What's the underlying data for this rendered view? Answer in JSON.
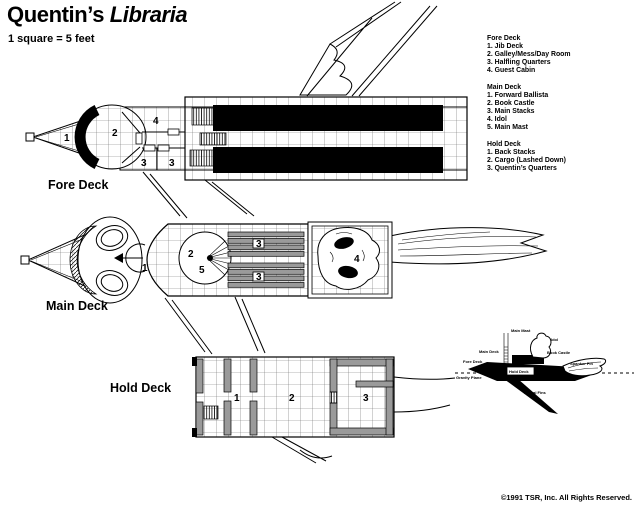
{
  "title": {
    "prefix": "Quentin’s ",
    "emph": "Libraria"
  },
  "scale_note": "1 square = 5 feet",
  "copyright": "©1991 TSR, Inc. All Rights Reserved.",
  "colors": {
    "ink": "#000000",
    "paper": "#ffffff",
    "stack_gray": "#9a9a9a"
  },
  "legend": {
    "sections": [
      {
        "heading": "Fore Deck",
        "items": [
          "1. Jib Deck",
          "2. Galley/Mess/Day Room",
          "3. Halfling Quarters",
          "4. Guest Cabin"
        ]
      },
      {
        "heading": "Main Deck",
        "items": [
          "1. Forward Ballista",
          "2. Book Castle",
          "3. Main Stacks",
          "4. Idol",
          "5. Main Mast"
        ]
      },
      {
        "heading": "Hold Deck",
        "items": [
          "1. Back Stacks",
          "2. Cargo (Lashed Down)",
          "3. Quentin’s Quarters"
        ]
      }
    ]
  },
  "decks": {
    "fore": {
      "label": "Fore Deck",
      "rooms": {
        "r1": "1",
        "r2": "2",
        "r3a": "3",
        "r3b": "3",
        "r4": "4"
      }
    },
    "main": {
      "label": "Main Deck",
      "rooms": {
        "r1": "1",
        "r2": "2",
        "r3a": "3",
        "r3b": "3",
        "r4": "4",
        "r5": "5"
      }
    },
    "hold": {
      "label": "Hold Deck",
      "rooms": {
        "r1": "1",
        "r2": "2",
        "r3": "3"
      }
    }
  },
  "side_view": {
    "labels": {
      "main_mast": "Main Mast",
      "idol": "Idol",
      "book_castle": "Book Castle",
      "main_deck": "Main Deck",
      "fore_deck": "Fore Deck",
      "hold_deck": "Hold Deck",
      "spanker_fin": "Spanker Fin",
      "gravity_plane": "Gravity Plane",
      "dorsal_fins": "Dorsal Fins"
    }
  }
}
